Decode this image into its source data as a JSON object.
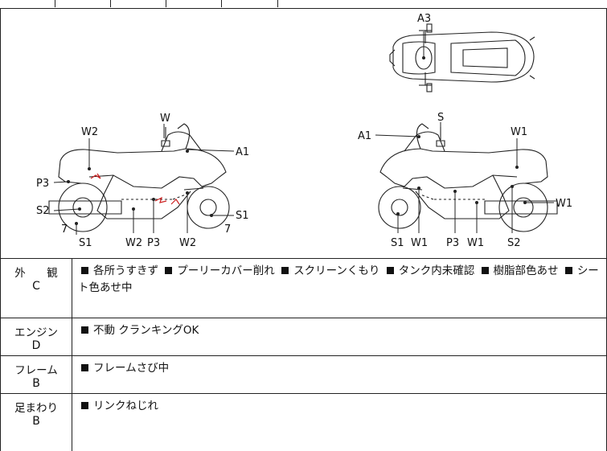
{
  "diagram": {
    "top_view_labels": {
      "a3": "A3"
    },
    "left_side_labels": {
      "w": "W",
      "w2_top": "W2",
      "a1": "A1",
      "p3_left": "P3",
      "s2": "S2",
      "s1_right": "S1",
      "seven_left": "7",
      "seven_right": "7",
      "s1_bottom": "S1",
      "w2_bottom_a": "W2",
      "p3_bottom": "P3",
      "w2_bottom_b": "W2"
    },
    "right_side_labels": {
      "a1": "A1",
      "s": "S",
      "w1_top": "W1",
      "w1_right": "W1",
      "s1_bottom": "S1",
      "w1_bottom_a": "W1",
      "p3_bottom": "P3",
      "w1_bottom_b": "W1",
      "s2_bottom": "S2"
    }
  },
  "inspection": {
    "exterior": {
      "name_a": "外",
      "name_b": "観",
      "grade": "C",
      "notes": [
        "各所うすきず",
        "プーリーカバー削れ",
        "スクリーンくもり",
        "タンク内未確認",
        "樹脂部色あせ",
        "シート色あせ中"
      ]
    },
    "engine": {
      "name": "エンジン",
      "grade": "D",
      "notes": [
        "不動 クランキングOK"
      ]
    },
    "frame": {
      "name": "フレーム",
      "grade": "B",
      "notes": [
        "フレームさび中"
      ]
    },
    "suspension": {
      "name": "足まわり",
      "grade": "B",
      "notes": [
        "リンクねじれ"
      ]
    }
  },
  "colors": {
    "line": "#222222",
    "damage_mark": "#cc2222"
  }
}
